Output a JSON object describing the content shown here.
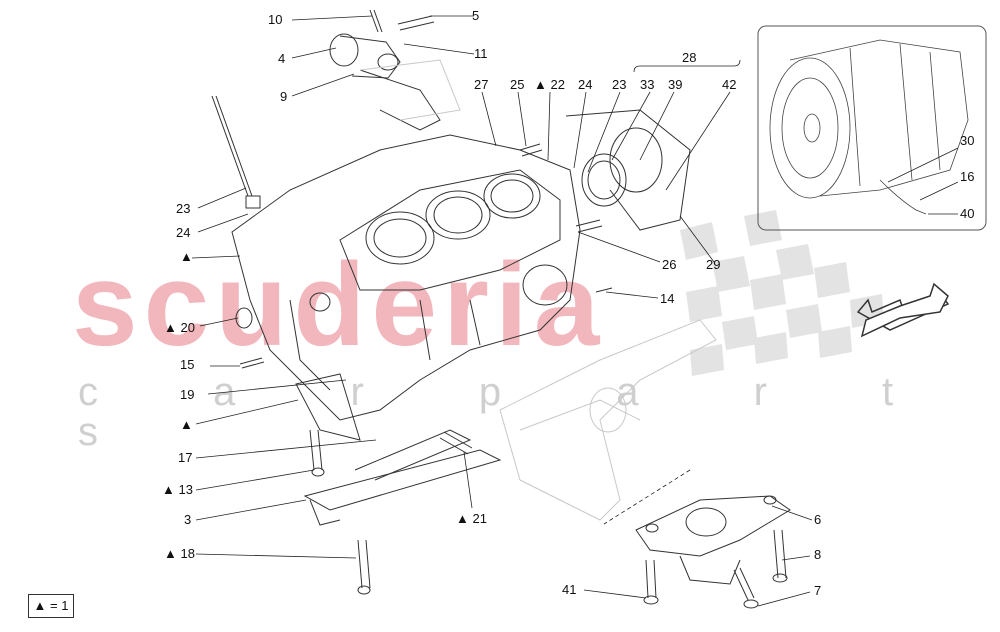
{
  "watermark": {
    "brand": "scuderia",
    "sub": "c a r  p a r t s"
  },
  "legend": {
    "symbol": "▲",
    "text": "= 1"
  },
  "callouts": [
    {
      "id": "c10",
      "text": "10"
    },
    {
      "id": "c5",
      "text": "5"
    },
    {
      "id": "c4",
      "text": "4"
    },
    {
      "id": "c11",
      "text": "11"
    },
    {
      "id": "c9",
      "text": "9"
    },
    {
      "id": "c27",
      "text": "27"
    },
    {
      "id": "c25",
      "text": "25"
    },
    {
      "id": "c22",
      "text": "▲ 22"
    },
    {
      "id": "c24b",
      "text": "24"
    },
    {
      "id": "c23b",
      "text": "23"
    },
    {
      "id": "c33",
      "text": "33"
    },
    {
      "id": "c39",
      "text": "39"
    },
    {
      "id": "c42",
      "text": "42"
    },
    {
      "id": "c28",
      "text": "28"
    },
    {
      "id": "c30",
      "text": "30"
    },
    {
      "id": "c16",
      "text": "16"
    },
    {
      "id": "c40",
      "text": "40"
    },
    {
      "id": "c23a",
      "text": "23"
    },
    {
      "id": "c24a",
      "text": "24"
    },
    {
      "id": "c26",
      "text": "26"
    },
    {
      "id": "c29",
      "text": "29"
    },
    {
      "id": "c1",
      "text": "▲"
    },
    {
      "id": "c20",
      "text": "▲ 20"
    },
    {
      "id": "c14",
      "text": "14"
    },
    {
      "id": "c15",
      "text": "15"
    },
    {
      "id": "c19",
      "text": "19"
    },
    {
      "id": "c2",
      "text": "▲"
    },
    {
      "id": "c17",
      "text": "17"
    },
    {
      "id": "c13",
      "text": "▲ 13"
    },
    {
      "id": "c3",
      "text": "3"
    },
    {
      "id": "c21",
      "text": "▲ 21"
    },
    {
      "id": "c6",
      "text": "6"
    },
    {
      "id": "c18",
      "text": "▲ 18"
    },
    {
      "id": "c8",
      "text": "8"
    },
    {
      "id": "c41",
      "text": "41"
    },
    {
      "id": "c7",
      "text": "7"
    }
  ]
}
